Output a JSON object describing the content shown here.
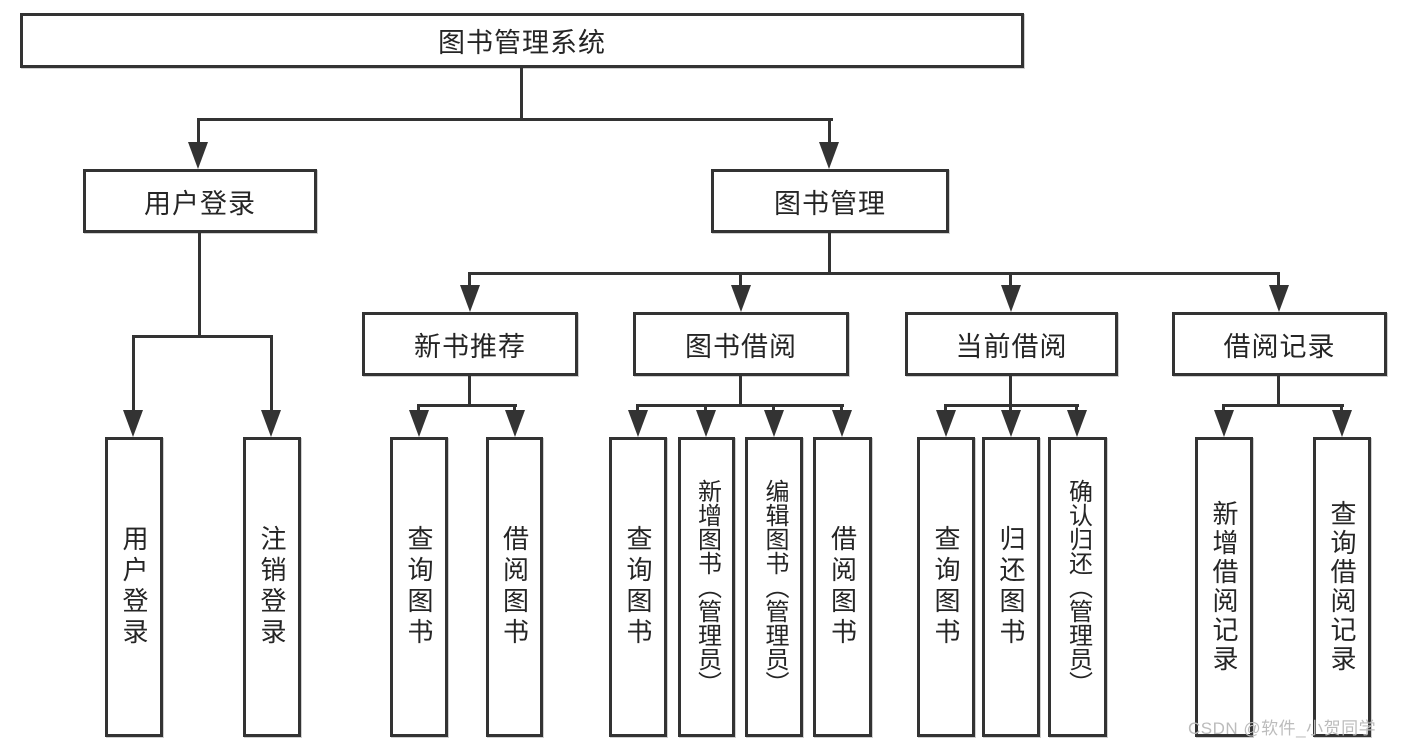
{
  "diagram": {
    "type": "tree",
    "root": {
      "label": "图书管理系统"
    },
    "children": [
      {
        "label": "用户登录",
        "children": [
          {
            "label": "用户登录"
          },
          {
            "label": "注销登录"
          }
        ]
      },
      {
        "label": "图书管理",
        "children": [
          {
            "label": "新书推荐",
            "children": [
              {
                "label": "查询图书"
              },
              {
                "label": "借阅图书"
              }
            ]
          },
          {
            "label": "图书借阅",
            "children": [
              {
                "label": "查询图书"
              },
              {
                "label": "新增图书（管理员）"
              },
              {
                "label": "编辑图书（管理员）"
              },
              {
                "label": "借阅图书"
              }
            ]
          },
          {
            "label": "当前借阅",
            "children": [
              {
                "label": "查询图书"
              },
              {
                "label": "归还图书"
              },
              {
                "label": "确认归还（管理员）"
              }
            ]
          },
          {
            "label": "借阅记录",
            "children": [
              {
                "label": "新增借阅记录"
              },
              {
                "label": "查询借阅记录"
              }
            ]
          }
        ]
      }
    ],
    "colors": {
      "line": "#333333",
      "text": "#252525",
      "background": "#ffffff",
      "watermark": "#bcbcbc"
    },
    "watermark": "CSDN @软件_小贺同学"
  }
}
